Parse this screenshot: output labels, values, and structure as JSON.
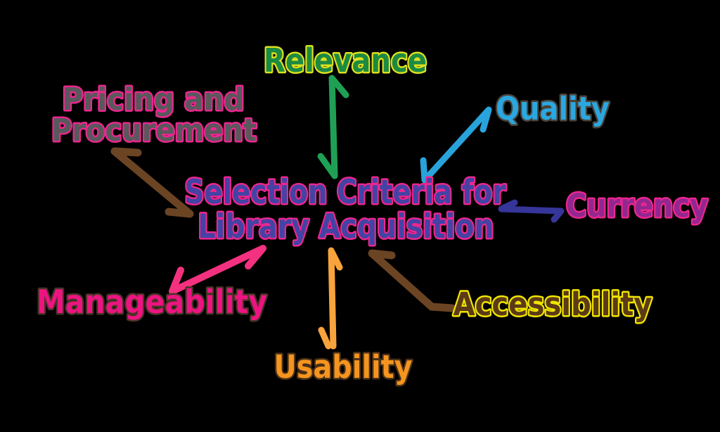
{
  "title": "Selection Criteria for Library Acquisition",
  "background_color": "#000000",
  "center": {
    "line1": "Selection Criteria for",
    "line2": "Library Acquisition",
    "fill": "#4343a4",
    "outline": "#ec268f"
  },
  "nodes": [
    {
      "id": "relevance",
      "label": "Relevance",
      "position": "top",
      "fill": "#1c8a42",
      "outline": "#dde01f",
      "arrow_color": "#1fa055"
    },
    {
      "id": "quality",
      "label": "Quality",
      "position": "top-right",
      "fill": "#2aa7e0",
      "outline": "#4a4238",
      "arrow_color": "#29a3dc"
    },
    {
      "id": "currency",
      "label": "Currency",
      "position": "right",
      "fill": "#92278f",
      "outline": "#ec268f",
      "arrow_color": "#35359a"
    },
    {
      "id": "accessibility",
      "label": "Accessibility",
      "position": "bottom-right",
      "fill": "#5b3a18",
      "outline": "#f0e500",
      "arrow_color": "#6b4423"
    },
    {
      "id": "usability",
      "label": "Usability",
      "position": "bottom",
      "fill": "#f5941f",
      "outline": "#4a3018",
      "arrow_color": "#f8a33c"
    },
    {
      "id": "manageability",
      "label": "Manageability",
      "position": "bottom-left",
      "fill": "#ed1481",
      "outline": "#463325",
      "arrow_color": "#f4317f"
    },
    {
      "id": "pricing_and_procurement",
      "label_line1": "Pricing and",
      "label_line2": "Procurement",
      "position": "top-left",
      "fill": "#58595b",
      "outline": "#ec268f",
      "arrow_color": "#6b4423"
    }
  ]
}
